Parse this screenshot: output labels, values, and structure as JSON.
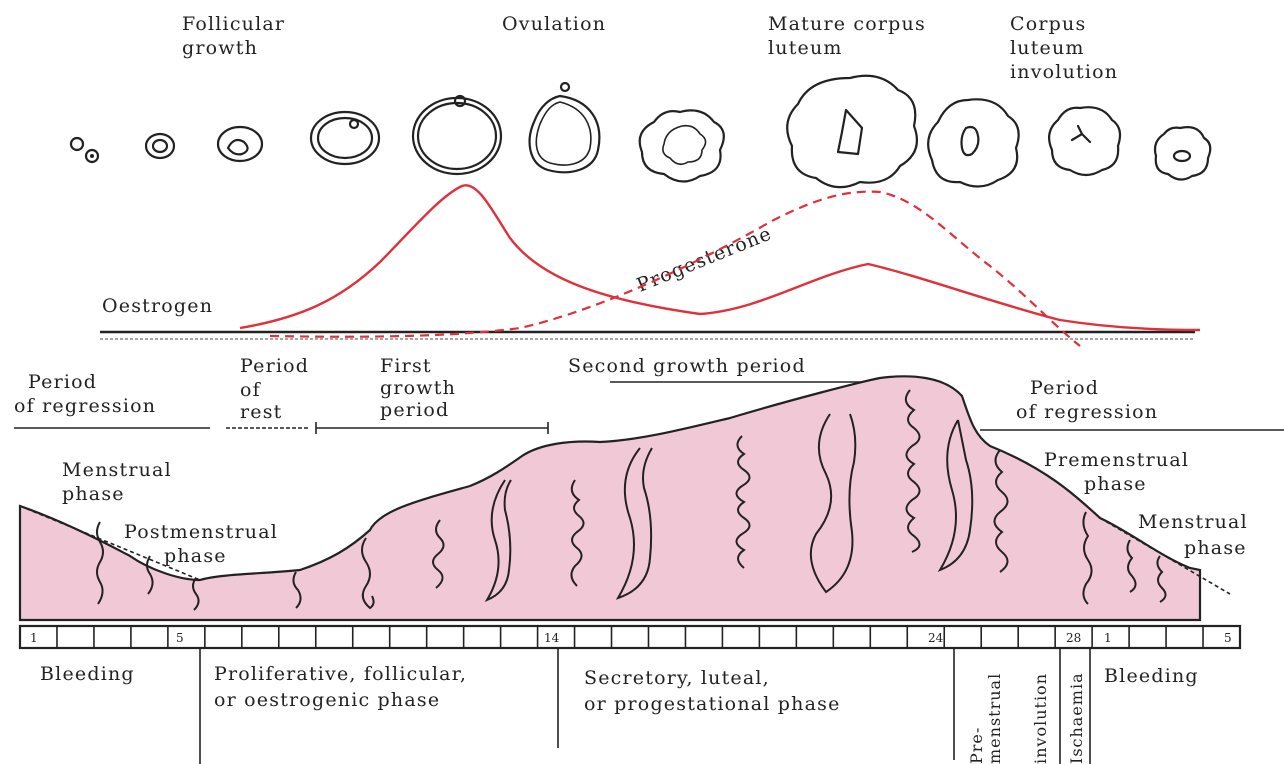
{
  "ovary_labels": {
    "follicular_growth": [
      "Follicular",
      "growth"
    ],
    "ovulation": "Ovulation",
    "mature_corpus_luteum": [
      "Mature corpus",
      "luteum"
    ],
    "corpus_luteum_involution": [
      "Corpus",
      "luteum",
      "involution"
    ]
  },
  "hormones": {
    "oestrogen": "Oestrogen",
    "progesterone": "Progesterone",
    "oestrogen_color": "#e0303a",
    "progesterone_color": "#e0303a"
  },
  "periods": {
    "regression_left": [
      "Period",
      "of regression"
    ],
    "rest": [
      "Period",
      "of",
      "rest"
    ],
    "first_growth": [
      "First",
      "growth",
      "period"
    ],
    "second_growth": "Second growth period",
    "regression_right": [
      "Period",
      "of regression"
    ]
  },
  "endometrium_phases": {
    "menstrual_left": [
      "Menstrual",
      "phase"
    ],
    "postmenstrual": [
      "Postmenstrual",
      "phase"
    ],
    "premenstrual": [
      "Premenstrual",
      "phase"
    ],
    "menstrual_right": [
      "Menstrual",
      "phase"
    ],
    "fill_color": "#f1c9d6"
  },
  "day_scale": {
    "numbers": [
      "1",
      "5",
      "14",
      "24",
      "28",
      "1",
      "5"
    ]
  },
  "cycle_phases": {
    "bleeding_left": "Bleeding",
    "proliferative": [
      "Proliferative, follicular,",
      "or oestrogenic phase"
    ],
    "secretory": [
      "Secretory, luteal,",
      "or progestational phase"
    ],
    "premenstrual_vert": [
      "Pre-",
      "menstrual"
    ],
    "involution_vert": "involution",
    "ischaemia_vert": "Ischaemia",
    "bleeding_right": "Bleeding"
  }
}
